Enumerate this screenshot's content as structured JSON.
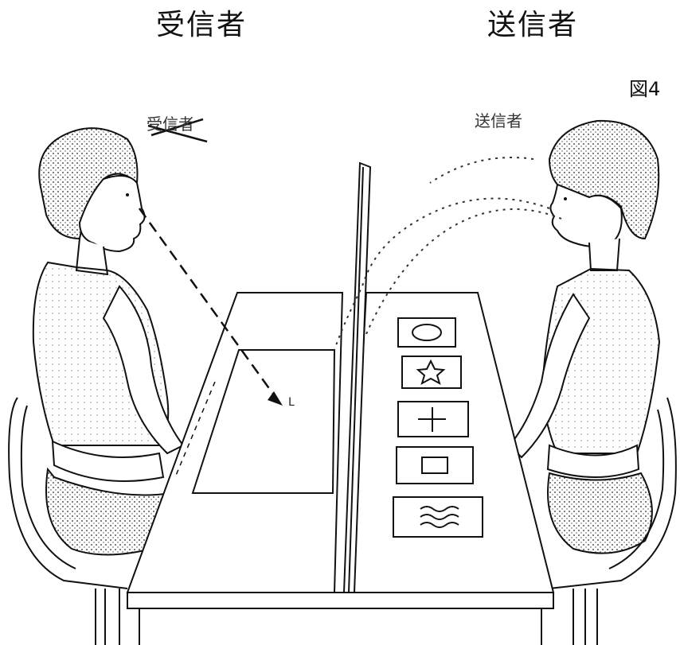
{
  "labels": {
    "receiver": "受信者",
    "sender": "送信者",
    "figure": "図4",
    "receiver_scribble": "受信者",
    "sender_scribble": "送信者",
    "small_mark": "L"
  },
  "cards": [
    {
      "symbol": "circle-icon"
    },
    {
      "symbol": "star-icon"
    },
    {
      "symbol": "cross-icon"
    },
    {
      "symbol": "square-icon"
    },
    {
      "symbol": "waves-icon"
    }
  ],
  "colors": {
    "ink": "#111111",
    "paper": "#ffffff"
  }
}
